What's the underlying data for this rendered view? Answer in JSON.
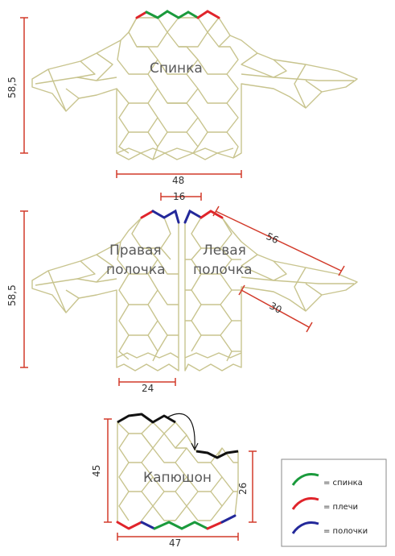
{
  "pieces": {
    "back": {
      "label": "Спинка"
    },
    "right_front": {
      "label_line1": "Правая",
      "label_line2": "полочка"
    },
    "left_front": {
      "label_line1": "Левая",
      "label_line2": "полочка"
    },
    "hood": {
      "label": "Капюшон"
    }
  },
  "dimensions": {
    "back_height": "58,5",
    "back_width": "48",
    "neck_gap": "16",
    "sleeve_length": "56",
    "front_height": "58,5",
    "sleeve_cuff": "30",
    "front_width": "24",
    "hood_height": "45",
    "hood_side": "26",
    "hood_width": "47"
  },
  "legend": [
    {
      "text": "= спинка",
      "color": "#1a9a3c"
    },
    {
      "text": "= плечи",
      "color": "#e0242b"
    },
    {
      "text": "= полочки",
      "color": "#23289a"
    }
  ],
  "colors": {
    "outline": "#c8c48e",
    "dimension": "#d23a2a",
    "seam_back": "#1a9a3c",
    "seam_shoulder": "#e0242b",
    "seam_front": "#23289a",
    "hood_top": "#111111"
  }
}
